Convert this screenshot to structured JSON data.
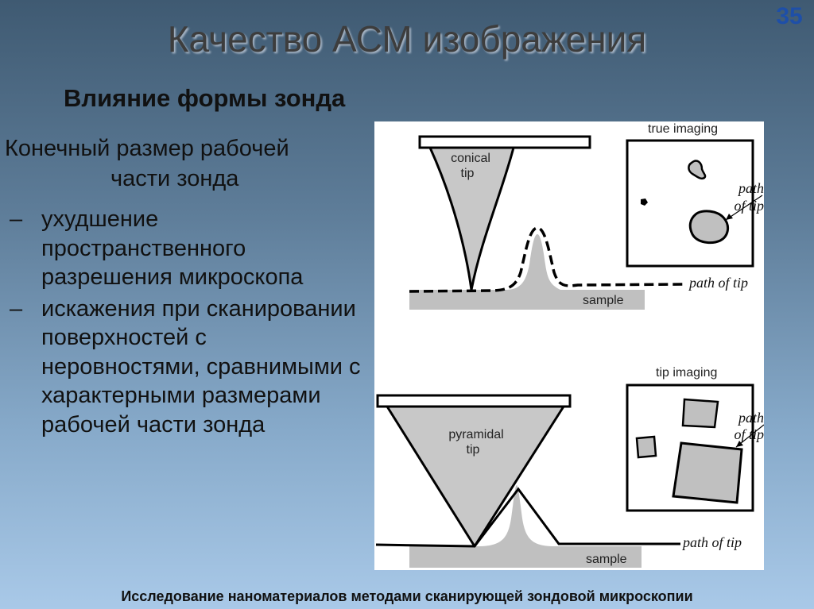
{
  "slide_number": "35",
  "title": "Качество АСМ изображения",
  "subtitle": "Влияние формы зонда",
  "lead": {
    "line1": "Конечный размер рабочей",
    "line2": "части зонда"
  },
  "bullets": [
    {
      "dash": "–",
      "text": "ухудшение пространственного разрешения микроскопа"
    },
    {
      "dash": "–",
      "text": "искажения при сканировании поверхностей с неровностями, сравнимыми с характерными размерами рабочей части зонда"
    }
  ],
  "figure": {
    "top": {
      "tip_label_1": "conical",
      "tip_label_2": "tip",
      "sample_label": "sample",
      "path_label": "path of tip",
      "inset_title": "true imaging",
      "inset_path_label_1": "path",
      "inset_path_label_2": "of tip"
    },
    "bottom": {
      "tip_label_1": "pyramidal",
      "tip_label_2": "tip",
      "sample_label": "sample",
      "path_label": "path of tip",
      "inset_title": "tip imaging",
      "inset_path_label_1": "path",
      "inset_path_label_2": "of tip"
    }
  },
  "footer": "Исследование наноматериалов методами сканирующей зондовой микроскопии"
}
